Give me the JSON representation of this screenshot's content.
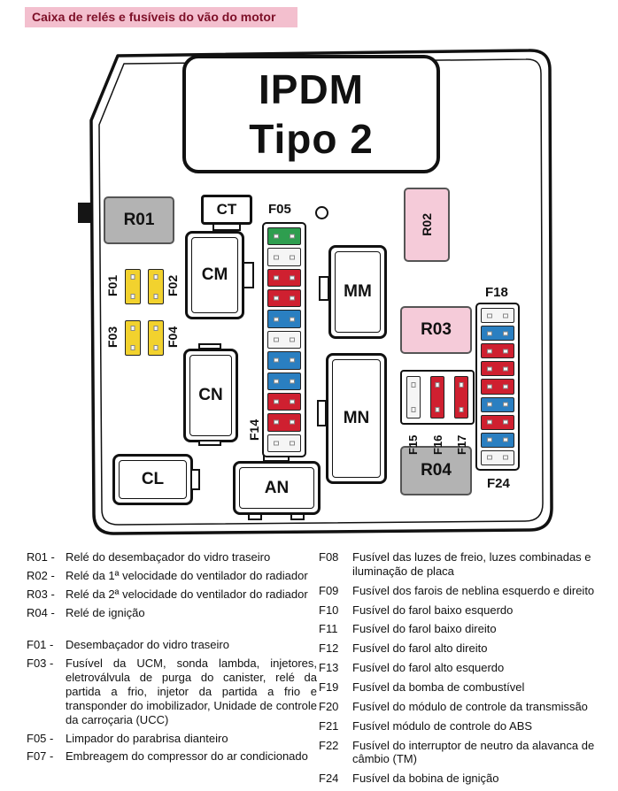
{
  "title": "Caixa de relés e fusíveis do vão do motor",
  "diagram": {
    "ipdm_line1": "IPDM",
    "ipdm_line2": "Tipo 2",
    "labels": {
      "r01": "R01",
      "r02": "R02",
      "r03": "R03",
      "r04": "R04",
      "ct": "CT",
      "cm": "CM",
      "mm": "MM",
      "cn": "CN",
      "mn": "MN",
      "cl": "CL",
      "an": "AN",
      "f01": "F01",
      "f02": "F02",
      "f03": "F03",
      "f04": "F04",
      "f05": "F05",
      "f14": "F14",
      "f15": "F15",
      "f16": "F16",
      "f17": "F17",
      "f18": "F18",
      "f24": "F24"
    },
    "fuse_colors": {
      "green": "#2e9e4f",
      "red": "#cf2030",
      "blue": "#2a7fc1",
      "yellow": "#f2d22e",
      "empty": "#f5f5f5"
    },
    "strips": {
      "f05": [
        "green",
        "empty",
        "red",
        "red",
        "blue",
        "empty",
        "blue",
        "blue",
        "red",
        "red",
        "empty"
      ],
      "f18": [
        "empty",
        "blue",
        "red",
        "red",
        "red",
        "blue",
        "red",
        "blue",
        "empty"
      ],
      "f01_02": [
        "yellow",
        "yellow"
      ],
      "f03_04": [
        "yellow",
        "yellow"
      ],
      "f15_17": [
        "empty",
        "red",
        "red"
      ]
    },
    "colors": {
      "relay_gray": "#b3b3b3",
      "relay_pink": "#f5cbd9",
      "title_bg": "#f3bfce",
      "title_text": "#7d1028",
      "outline": "#111111"
    }
  },
  "legend": {
    "left_relays": [
      {
        "code": "R01 -",
        "text": "Relé do desembaçador do vidro traseiro"
      },
      {
        "code": "R02 -",
        "text": "Relé da 1ª velocidade do ventilador do radiador"
      },
      {
        "code": "R03 -",
        "text": "Relé da 2ª velocidade do ventilador do radiador"
      },
      {
        "code": "R04 -",
        "text": "Relé de ignição"
      }
    ],
    "left_fuses": [
      {
        "code": "F01 -",
        "text": "Desembaçador do vidro traseiro"
      },
      {
        "code": "F03 -",
        "text": "Fusível da UCM, sonda lambda, injetores, eletroválvula de purga do canister, relé da partida a frio, injetor da partida a frio e transponder do imobilizador, Unidade de controle da carroçaria (UCC)",
        "justify": true
      },
      {
        "code": "F05 -",
        "text": "Limpador do parabrisa dianteiro"
      },
      {
        "code": "F07 -",
        "text": "Embreagem do compressor do ar condicionado"
      }
    ],
    "right": [
      {
        "code": "F08",
        "text": "Fusível das luzes de freio, luzes combinadas e iluminação de placa"
      },
      {
        "code": "F09",
        "text": "Fusível dos farois de neblina esquerdo e direito"
      },
      {
        "code": "F10",
        "text": "Fusível do farol baixo esquerdo"
      },
      {
        "code": "F11",
        "text": "Fusível do farol baixo direito"
      },
      {
        "code": "F12",
        "text": "Fusível do farol alto direito"
      },
      {
        "code": "F13",
        "text": "Fusível do farol alto esquerdo"
      },
      {
        "code": "F19",
        "text": "Fusível da bomba de combustível"
      },
      {
        "code": "F20",
        "text": "Fusível do módulo de controle da transmissão"
      },
      {
        "code": "F21",
        "text": "Fusível módulo de controle do ABS"
      },
      {
        "code": "F22",
        "text": "Fusível do interruptor de neutro da alavanca de câmbio (TM)"
      },
      {
        "code": "F24",
        "text": "Fusível da bobina de ignição"
      }
    ]
  }
}
